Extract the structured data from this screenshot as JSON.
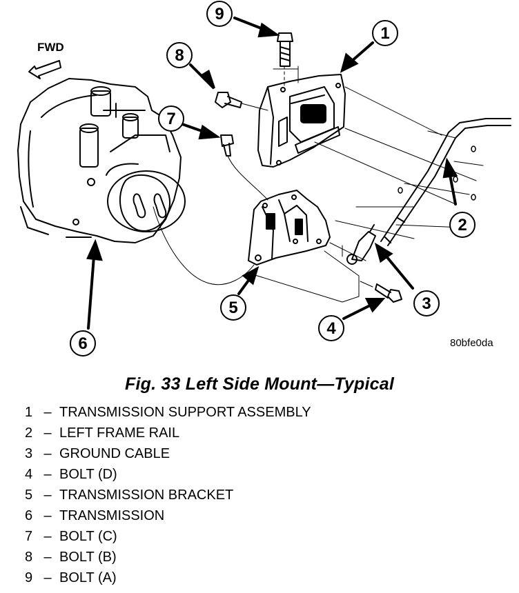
{
  "figure": {
    "fwd_label": "FWD",
    "image_code": "80bfe0da",
    "callouts": [
      "1",
      "2",
      "3",
      "4",
      "5",
      "6",
      "7",
      "8",
      "9"
    ]
  },
  "caption": "Fig. 33 Left Side Mount—Typical",
  "legend": [
    {
      "num": "1",
      "text": "TRANSMISSION SUPPORT ASSEMBLY"
    },
    {
      "num": "2",
      "text": "LEFT FRAME RAIL"
    },
    {
      "num": "3",
      "text": "GROUND CABLE"
    },
    {
      "num": "4",
      "text": "BOLT (D)"
    },
    {
      "num": "5",
      "text": "TRANSMISSION BRACKET"
    },
    {
      "num": "6",
      "text": "TRANSMISSION"
    },
    {
      "num": "7",
      "text": "BOLT (C)"
    },
    {
      "num": "8",
      "text": "BOLT (B)"
    },
    {
      "num": "9",
      "text": "BOLT (A)"
    }
  ],
  "legend_separator": "–"
}
